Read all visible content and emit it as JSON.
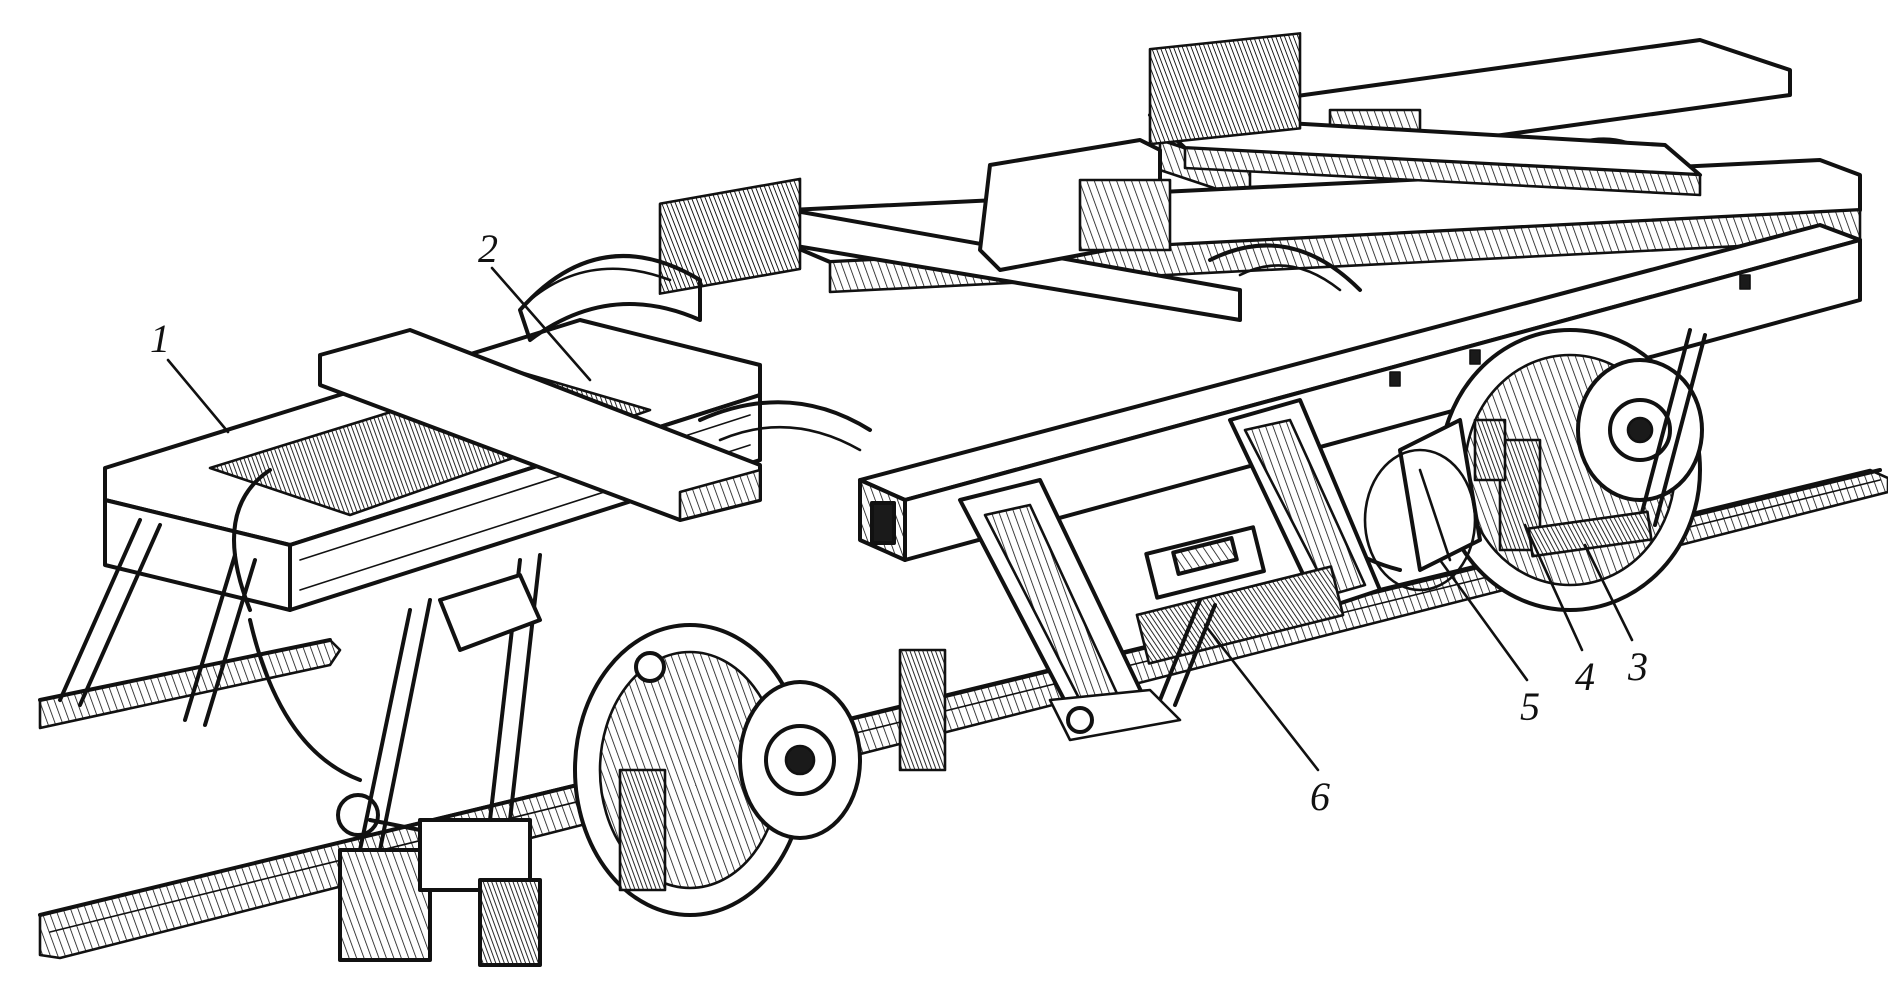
{
  "figure": {
    "colors": {
      "ink": "#111111",
      "paper": "#ffffff"
    },
    "callouts": [
      {
        "id": "1",
        "label": "1"
      },
      {
        "id": "2",
        "label": "2"
      },
      {
        "id": "3",
        "label": "3"
      },
      {
        "id": "4",
        "label": "4"
      },
      {
        "id": "5",
        "label": "5"
      },
      {
        "id": "6",
        "label": "6"
      }
    ]
  }
}
